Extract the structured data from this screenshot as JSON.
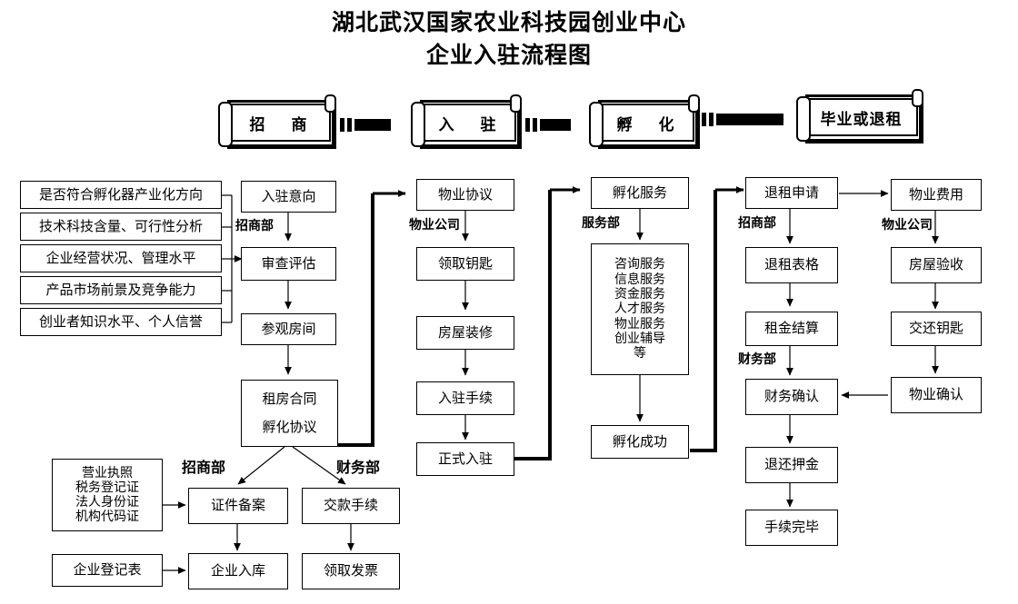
{
  "title": {
    "line1": "湖北武汉国家农业科技园创业中心",
    "line2": "企业入驻流程图"
  },
  "stages": [
    {
      "id": "stage-zhaoshang",
      "label": "招　商"
    },
    {
      "id": "stage-ruzhu",
      "label": "入　驻"
    },
    {
      "id": "stage-fuhua",
      "label": "孵　化"
    },
    {
      "id": "stage-biye",
      "label": "毕业或退租"
    }
  ],
  "criteria": [
    "是否符合孵化器产业化方向",
    "技术科技含量、可行性分析",
    "企业经营状况、管理水平",
    "产品市场前景及竞争能力",
    "创业者知识水平、个人信誉"
  ],
  "col_zhaoshang": {
    "dept": "招商部",
    "nodes": [
      "入驻意向",
      "审查评估",
      "参观房间"
    ],
    "contract": {
      "line1": "租房合同",
      "line2": "孵化协议"
    }
  },
  "col_wuye": {
    "dept": "物业公司",
    "nodes": [
      "物业协议",
      "领取钥匙",
      "房屋装修",
      "入驻手续",
      "正式入驻"
    ]
  },
  "col_fuwu": {
    "dept": "服务部",
    "head": "孵化服务",
    "services": [
      "咨询服务",
      "信息服务",
      "资金服务",
      "人才服务",
      "物业服务",
      "创业辅导",
      "等"
    ],
    "tail": "孵化成功"
  },
  "col_tuizu": {
    "dept_top": "招商部",
    "dept_mid": "财务部",
    "nodes": [
      "退租申请",
      "退租表格",
      "租金结算",
      "财务确认",
      "退还押金",
      "手续完毕"
    ]
  },
  "col_wuyefei": {
    "dept": "物业公司",
    "nodes": [
      "物业费用",
      "房屋验收",
      "交还钥匙",
      "物业确认"
    ]
  },
  "bottom": {
    "dept_left": "招商部",
    "dept_right": "财务部",
    "docs": [
      "营业执照",
      "税务登记证",
      "法人身份证",
      "机构代码证"
    ],
    "reg_form": "企业登记表",
    "left_nodes": [
      "证件备案",
      "企业入库"
    ],
    "right_nodes": [
      "交款手续",
      "领取发票"
    ]
  },
  "colors": {
    "line": "#000000",
    "background": "#ffffff"
  }
}
